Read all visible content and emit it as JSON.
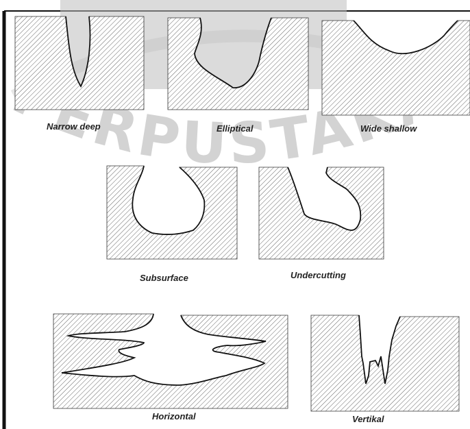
{
  "figure": {
    "types": [
      {
        "id": "narrow-deep",
        "label": "Narrow deep"
      },
      {
        "id": "elliptical",
        "label": "Elliptical"
      },
      {
        "id": "wide-shallow",
        "label": "Wide shallow"
      },
      {
        "id": "subsurface",
        "label": "Subsurface"
      },
      {
        "id": "undercutting",
        "label": "Undercutting"
      },
      {
        "id": "horizontal",
        "label": "Horizontal"
      },
      {
        "id": "vertikal",
        "label": "Vertikal"
      }
    ]
  },
  "watermark": {
    "text": "PERPUSTAKAAN"
  }
}
